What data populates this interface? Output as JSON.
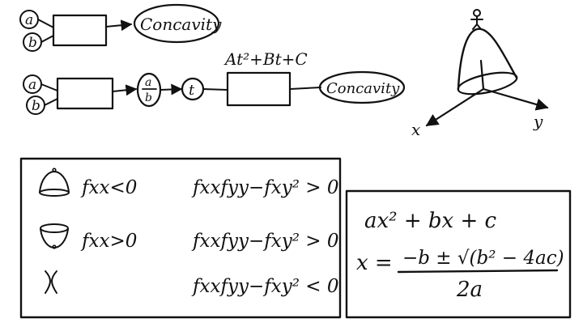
{
  "flow1": {
    "input_a": "a",
    "input_b": "b",
    "output": "Concavity"
  },
  "flow2": {
    "input_a": "a",
    "input_b": "b",
    "ratio_num": "a",
    "ratio_den": "b",
    "t_label": "t",
    "quadratic": "At²+Bt+C",
    "output": "Concavity"
  },
  "axes3d": {
    "x": "x",
    "y": "y"
  },
  "conditions": [
    {
      "icon": "bowl-down-icon",
      "first": "fxx<0",
      "second": "fxxfyy−fxy² > 0"
    },
    {
      "icon": "bowl-up-icon",
      "first": "fxx>0",
      "second": "fxxfyy−fxy² > 0"
    },
    {
      "icon": "saddle-icon",
      "first": "",
      "second": "fxxfyy−fxy² < 0"
    }
  ],
  "formula": {
    "polynomial": "ax² + bx + c",
    "lhs": "x =",
    "numerator": "−b ± √(b² − 4ac)",
    "denominator": "2a"
  }
}
